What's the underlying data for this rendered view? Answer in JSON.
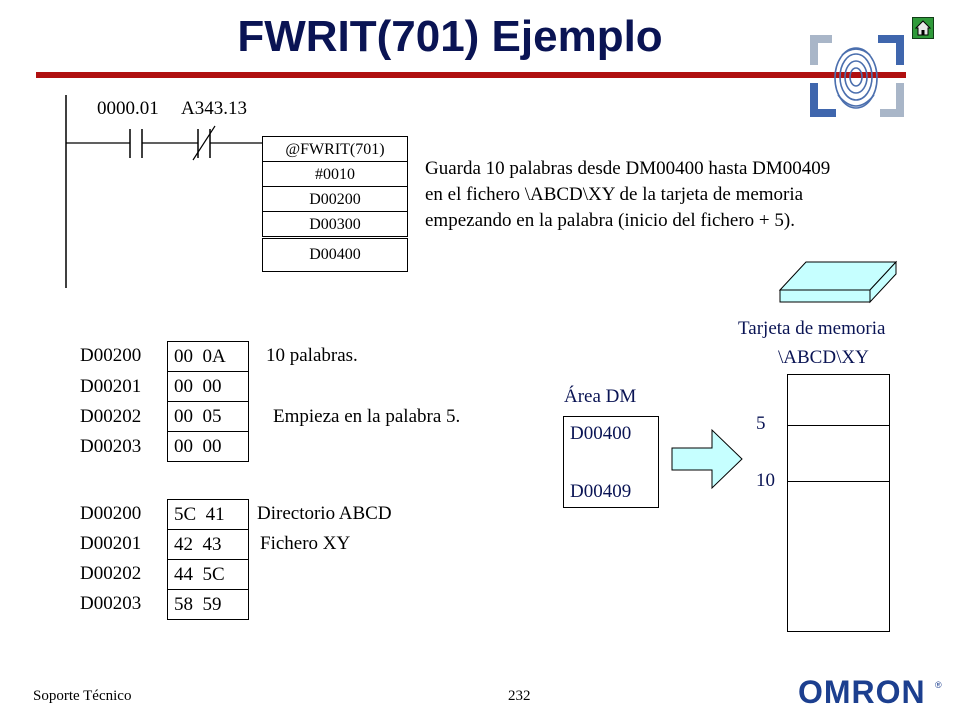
{
  "header": {
    "title": "FWRIT(701) Ejemplo",
    "home_icon": "home-icon",
    "logo_icon": "fingerprint-icon"
  },
  "ladder": {
    "contact1": "0000.01",
    "contact2": "A343.13",
    "instruction": "@FWRIT(701)",
    "operands": [
      "#0010",
      "D00200",
      "D00300",
      "D00400"
    ]
  },
  "description": [
    "Guarda 10 palabras desde DM00400 hasta DM00409",
    "en el fichero \\ABCD\\XY de la tarjeta de memoria",
    "empezando en la palabra (inicio del fichero + 5)."
  ],
  "table1": {
    "rows": [
      {
        "addr": "D00200",
        "value": "00  0A",
        "note": "10 palabras."
      },
      {
        "addr": "D00201",
        "value": "00  00",
        "note": ""
      },
      {
        "addr": "D00202",
        "value": "00  05",
        "note": "Empieza en la palabra 5."
      },
      {
        "addr": "D00203",
        "value": "00  00",
        "note": ""
      }
    ]
  },
  "table2": {
    "rows": [
      {
        "addr": "D00200",
        "value": "5C  41",
        "note": "Directorio ABCD"
      },
      {
        "addr": "D00201",
        "value": "42  43",
        "note": "Fichero XY"
      },
      {
        "addr": "D00202",
        "value": "44  5C",
        "note": ""
      },
      {
        "addr": "D00203",
        "value": "58  59",
        "note": ""
      }
    ]
  },
  "diagram": {
    "dm_area_label": "Área DM",
    "dm_start": "D00400",
    "dm_end": "D00409",
    "card_label": "Tarjeta de memoria",
    "card_path": "\\ABCD\\XY",
    "word_start": "5",
    "word_end": "10"
  },
  "footer": {
    "left": "Soporte Técnico",
    "page": "232",
    "brand": "OMRON",
    "brand_mark": "®"
  },
  "colors": {
    "title": "#0a1454",
    "rule": "#b01010",
    "card_face": "#c6ffff",
    "brand": "#1c3f8f"
  }
}
